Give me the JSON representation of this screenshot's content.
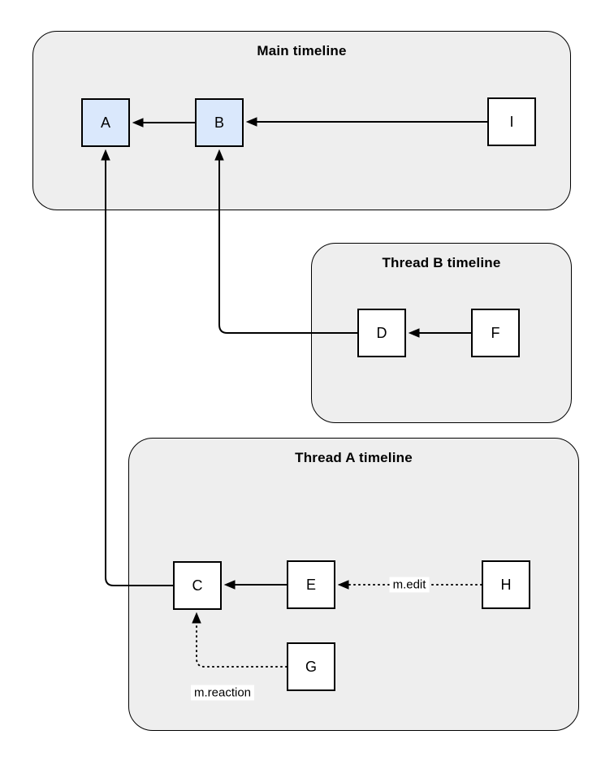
{
  "groups": {
    "main": {
      "title": "Main timeline"
    },
    "thread_b": {
      "title": "Thread B timeline"
    },
    "thread_a": {
      "title": "Thread A timeline"
    }
  },
  "nodes": {
    "a": "A",
    "b": "B",
    "c": "C",
    "d": "D",
    "e": "E",
    "f": "F",
    "g": "G",
    "h": "H",
    "i": "I"
  },
  "edges": {
    "edit_label": "m.edit",
    "reaction_label": "m.reaction"
  },
  "colors": {
    "group_fill": "#eeeeee",
    "group_border": "#000000",
    "node_blue": "#dae8fc",
    "node_white": "#ffffff",
    "node_border": "#000000",
    "arrow": "#000000",
    "text": "#000000",
    "page_bg": "#ffffff"
  }
}
